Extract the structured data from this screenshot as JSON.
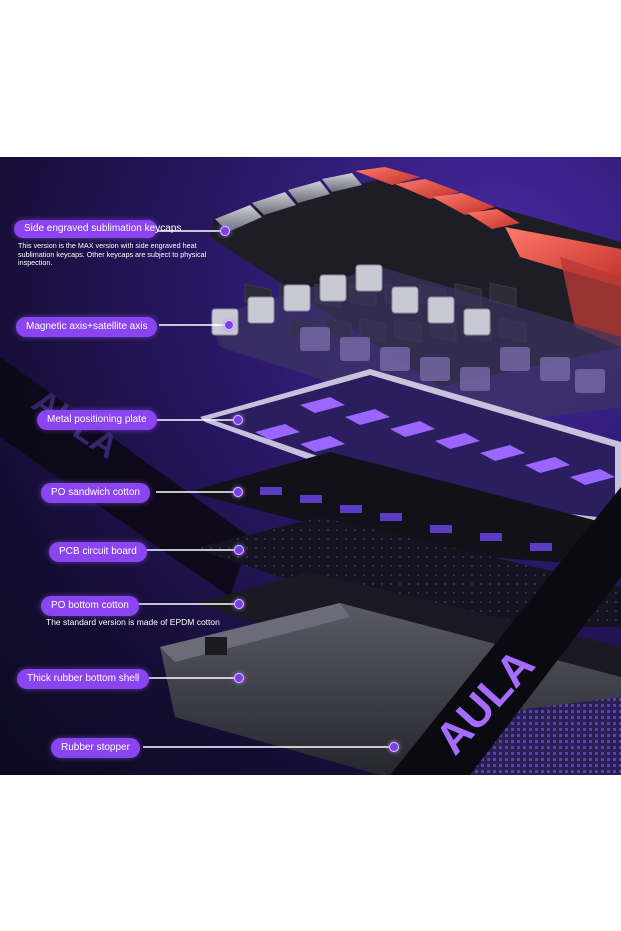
{
  "brand": "AULA",
  "callouts": [
    {
      "label": "Side engraved sublimation keycaps",
      "note": "This version is the MAX version with side engraved heat sublimation keycaps. Other keycaps are subject to physical inspection."
    },
    {
      "label": "Magnetic axis+satellite axis"
    },
    {
      "label": "Metal positioning plate"
    },
    {
      "label": "PO sandwich cotton"
    },
    {
      "label": "PCB circuit board"
    },
    {
      "label": "PO bottom cotton",
      "note": "The standard version is made of EPDM cotton"
    },
    {
      "label": "Thick rubber bottom shell"
    },
    {
      "label": "Rubber stopper"
    }
  ],
  "colors": {
    "callout_bg": "#8b45f0",
    "scene_bg": "#1a1040",
    "accent_glow": "#9b5cff",
    "keycap_red": "#e4514a"
  }
}
